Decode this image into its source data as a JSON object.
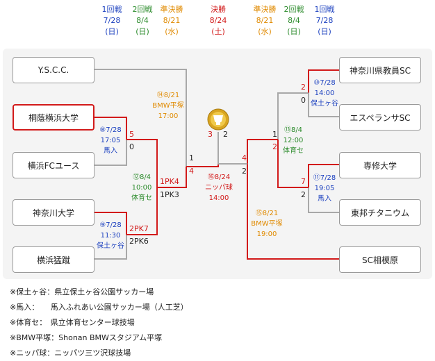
{
  "header": [
    {
      "round": "1回戦",
      "date": "7/28",
      "day": "(日)",
      "color": "r1"
    },
    {
      "round": "2回戦",
      "date": "8/4",
      "day": "(日)",
      "color": "r2"
    },
    {
      "round": "準決勝",
      "date": "8/21",
      "day": "(水)",
      "color": "sf"
    },
    {
      "round": "決勝",
      "date": "8/24",
      "day": "(土)",
      "color": "fi"
    },
    {
      "round": "準決勝",
      "date": "8/21",
      "day": "(水)",
      "color": "sf"
    },
    {
      "round": "2回戦",
      "date": "8/4",
      "day": "(日)",
      "color": "r2"
    },
    {
      "round": "1回戦",
      "date": "7/28",
      "day": "(日)",
      "color": "r1"
    }
  ],
  "teams": {
    "l1": "Y.S.C.C.",
    "l2": "桐蔭横浜大学",
    "l3": "横浜FCユース",
    "l4": "神奈川大学",
    "l5": "横浜猛蹴",
    "r1": "神奈川県教員SC",
    "r2": "エスペランサSC",
    "r3": "専修大学",
    "r4": "東邦チタニウム",
    "r5": "SC相模原"
  },
  "matches": {
    "m8": {
      "no": "⑧",
      "date": "7/28",
      "time": "17:05",
      "venue": "馬入"
    },
    "m9": {
      "no": "⑨",
      "date": "7/28",
      "time": "11:30",
      "venue": "保土ヶ谷"
    },
    "m10": {
      "no": "⑩",
      "date": "7/28",
      "time": "14:00",
      "venue": "保土ヶ谷"
    },
    "m11": {
      "no": "⑪",
      "date": "7/28",
      "time": "19:05",
      "venue": "馬入"
    },
    "m12": {
      "no": "⑫",
      "date": "8/4",
      "time": "10:00",
      "venue": "体育セ"
    },
    "m13": {
      "no": "⑬",
      "date": "8/4",
      "time": "12:00",
      "venue": "体育セ"
    },
    "m14": {
      "no": "⑭",
      "date": "8/21",
      "venue": "BMW平塚",
      "time": "17:00"
    },
    "m15": {
      "no": "⑮",
      "date": "8/21",
      "venue": "BMW平塚",
      "time": "19:00"
    },
    "m16": {
      "no": "⑯",
      "date": "8/24",
      "venue": "ニッパ球",
      "time": "14:00"
    }
  },
  "scores": {
    "m8_top": "5",
    "m8_bot": "0",
    "m9_top": "2PK7",
    "m9_bot": "2PK6",
    "m12_top": "1PK4",
    "m12_bot": "1PK3",
    "m14_top": "1",
    "m14_bot": "4",
    "m16_left": "3",
    "m16_right": "2",
    "m10_top": "2",
    "m10_bot": "0",
    "m11_top": "7",
    "m11_bot": "2",
    "m13_top": "1",
    "m13_bot": "2",
    "m15_top": "4",
    "m15_bot": "2"
  },
  "trophy_icon": "trophy-icon",
  "notes": [
    "※保土ヶ谷：県立保土ヶ谷公園サッカー場",
    "※馬入：　　馬入ふれあい公園サッカー場（人工芝）",
    "※体育セ：　県立体育センター球技場",
    "※BMW平塚：Shonan BMWスタジアム平塚",
    "※ニッパ球：ニッパツ三ツ沢球技場"
  ],
  "colors": {
    "win": "#d21a1a",
    "lose": "#a8a8a8"
  }
}
